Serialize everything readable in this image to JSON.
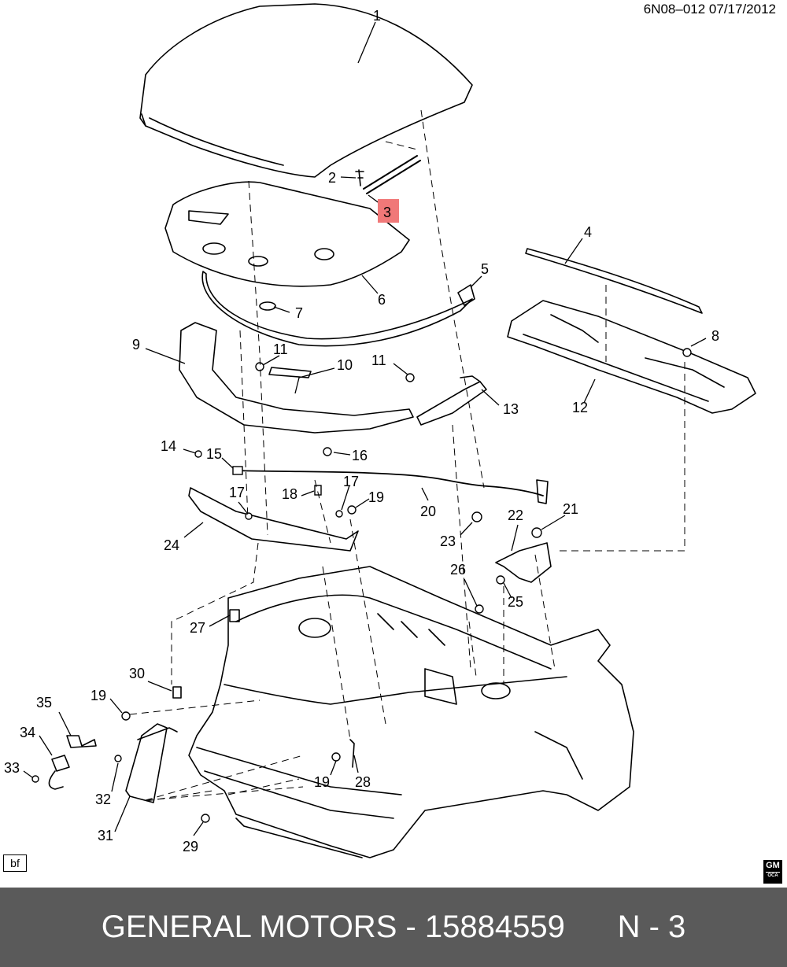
{
  "header": {
    "doc_code": "6N08–012  07/17/2012"
  },
  "callouts": [
    {
      "id": "c1",
      "label": "1"
    },
    {
      "id": "c2",
      "label": "2"
    },
    {
      "id": "c3",
      "label": "3"
    },
    {
      "id": "c4",
      "label": "4"
    },
    {
      "id": "c5",
      "label": "5"
    },
    {
      "id": "c6",
      "label": "6"
    },
    {
      "id": "c7",
      "label": "7"
    },
    {
      "id": "c8",
      "label": "8"
    },
    {
      "id": "c9",
      "label": "9"
    },
    {
      "id": "c10",
      "label": "10"
    },
    {
      "id": "c11a",
      "label": "11"
    },
    {
      "id": "c11b",
      "label": "11"
    },
    {
      "id": "c12",
      "label": "12"
    },
    {
      "id": "c13",
      "label": "13"
    },
    {
      "id": "c14",
      "label": "14"
    },
    {
      "id": "c15",
      "label": "15"
    },
    {
      "id": "c16",
      "label": "16"
    },
    {
      "id": "c17a",
      "label": "17"
    },
    {
      "id": "c17b",
      "label": "17"
    },
    {
      "id": "c18",
      "label": "18"
    },
    {
      "id": "c19a",
      "label": "19"
    },
    {
      "id": "c19b",
      "label": "19"
    },
    {
      "id": "c19c",
      "label": "19"
    },
    {
      "id": "c20",
      "label": "20"
    },
    {
      "id": "c21",
      "label": "21"
    },
    {
      "id": "c22",
      "label": "22"
    },
    {
      "id": "c23",
      "label": "23"
    },
    {
      "id": "c24",
      "label": "24"
    },
    {
      "id": "c25",
      "label": "25"
    },
    {
      "id": "c26",
      "label": "26"
    },
    {
      "id": "c27",
      "label": "27"
    },
    {
      "id": "c28",
      "label": "28"
    },
    {
      "id": "c29",
      "label": "29"
    },
    {
      "id": "c30",
      "label": "30"
    },
    {
      "id": "c31",
      "label": "31"
    },
    {
      "id": "c32",
      "label": "32"
    },
    {
      "id": "c33",
      "label": "33"
    },
    {
      "id": "c34",
      "label": "34"
    },
    {
      "id": "c35",
      "label": "35"
    }
  ],
  "highlight": {
    "callout": "3",
    "color": "#f07878"
  },
  "badge": {
    "text": "bf"
  },
  "logo": {
    "text": "GM",
    "sub": "OCA"
  },
  "footer": {
    "text": "GENERAL MOTORS - 15884559      N - 3",
    "background": "#5a5a5a"
  }
}
